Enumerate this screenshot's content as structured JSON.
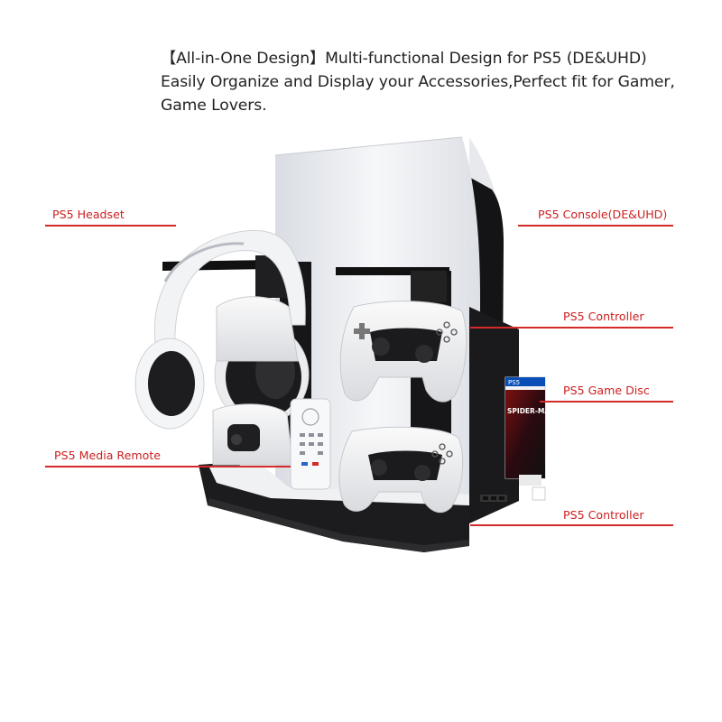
{
  "headline": {
    "line1": "【All-in-One Design】Multi-functional Design for PS5 (DE&UHD)",
    "line2": "Easily Organize and Display your Accessories,Perfect fit for Gamer,",
    "line3": "Game Lovers."
  },
  "labels": {
    "headset": "PS5 Headset",
    "console": "PS5 Console(DE&UHD)",
    "controller_top": "PS5 Controller",
    "game_disc": "PS5 Game Disc",
    "media_remote": "PS5 Media Remote",
    "controller_bottom": "PS5 Controller"
  },
  "disc": {
    "brand": "PS5",
    "title": "SPIDER-MAN"
  },
  "colors": {
    "accent_red": "#d42a2a",
    "console_white": "#eef0f3",
    "stand_black": "#1c1c1e"
  }
}
